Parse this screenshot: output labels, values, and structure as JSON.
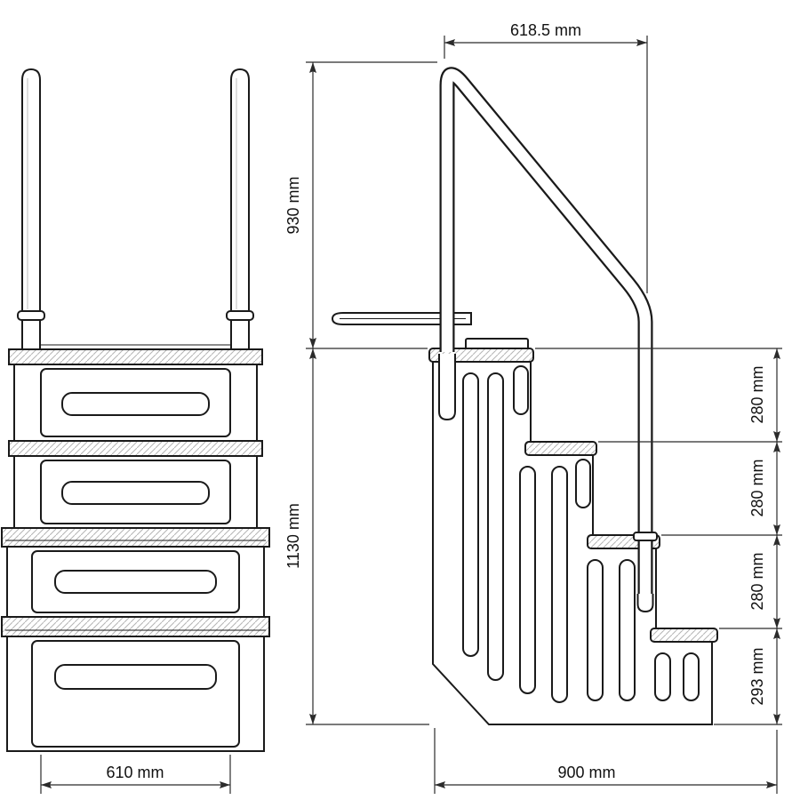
{
  "drawing": {
    "type": "technical-drawing",
    "subject": "pool-step-ladder",
    "background": "#ffffff",
    "line_color": "#1a1a1a"
  },
  "dimensions": {
    "front_width": "610 mm",
    "handrail_offset": "618.5 mm",
    "handrail_height": "930 mm",
    "overall_height": "1130 mm",
    "step_rises": [
      "280 mm",
      "280 mm",
      "280 mm",
      "293 mm"
    ],
    "depth": "900 mm"
  }
}
